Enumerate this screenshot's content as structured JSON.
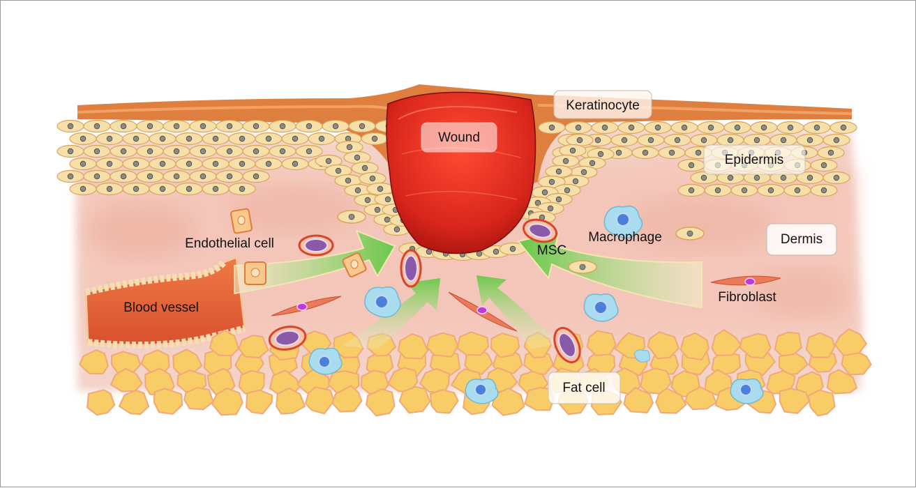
{
  "labels": {
    "keratinocyte": "Keratinocyte",
    "wound": "Wound",
    "epidermis": "Epidermis",
    "dermis": "Dermis",
    "endothelial_cell": "Endothelial cell",
    "msc": "MSC",
    "macrophage": "Macrophage",
    "blood_vessel": "Blood vessel",
    "fibroblast": "Fibroblast",
    "fat_cell": "Fat cell"
  },
  "colors": {
    "wound": "#d9261c",
    "keratinocyte_layer": "#d87a3a",
    "epidermis_cell": "#f6dfa8",
    "dermis": "#f3c8bd",
    "blood_vessel": "#e8663a",
    "fat_cell": "#f8cc66",
    "migration_arrow": "#6ccf4a",
    "msc": "#8a5aa8",
    "macrophage": "#a8dcee",
    "fibroblast": "#ea7a5a"
  }
}
